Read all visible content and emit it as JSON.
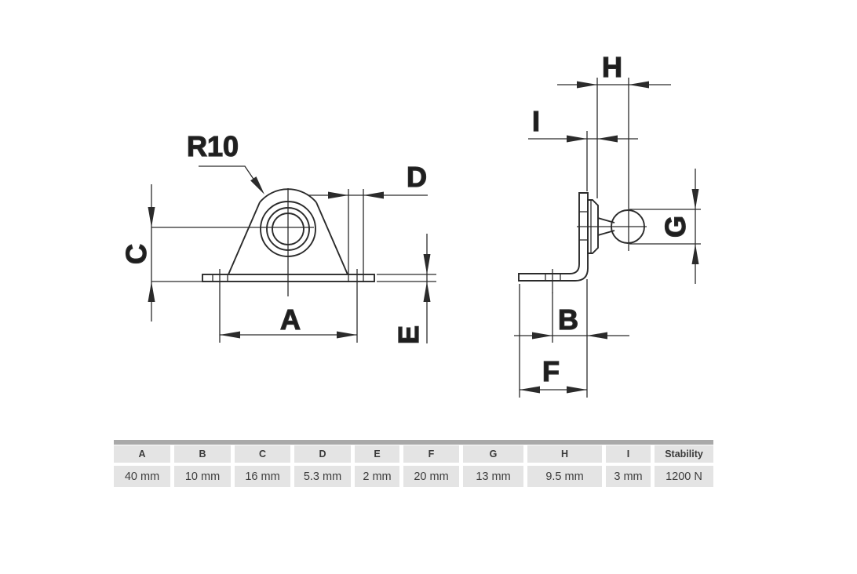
{
  "drawing": {
    "title": "mounting-bracket-technical-drawing",
    "front_view": {
      "labels": {
        "radius": "R10",
        "c": "C",
        "d": "D",
        "a": "A",
        "e": "E"
      }
    },
    "side_view": {
      "labels": {
        "h": "H",
        "i": "I",
        "g": "G",
        "b": "B",
        "f": "F"
      }
    }
  },
  "table": {
    "columns": [
      {
        "label": "A",
        "value": "40 mm"
      },
      {
        "label": "B",
        "value": "10 mm"
      },
      {
        "label": "C",
        "value": "16 mm"
      },
      {
        "label": "D",
        "value": "5.3 mm"
      },
      {
        "label": "E",
        "value": "2 mm"
      },
      {
        "label": "F",
        "value": "20 mm"
      },
      {
        "label": "G",
        "value": "13 mm"
      },
      {
        "label": "H",
        "value": "9.5 mm"
      },
      {
        "label": "I",
        "value": "3 mm"
      },
      {
        "label": "Stability",
        "value": "1200 N"
      }
    ]
  },
  "colors": {
    "line": "#2b2b2b",
    "table_bar": "#a9a9a9",
    "table_cell": "#e4e4e4",
    "table_text": "#3d3d3d"
  }
}
